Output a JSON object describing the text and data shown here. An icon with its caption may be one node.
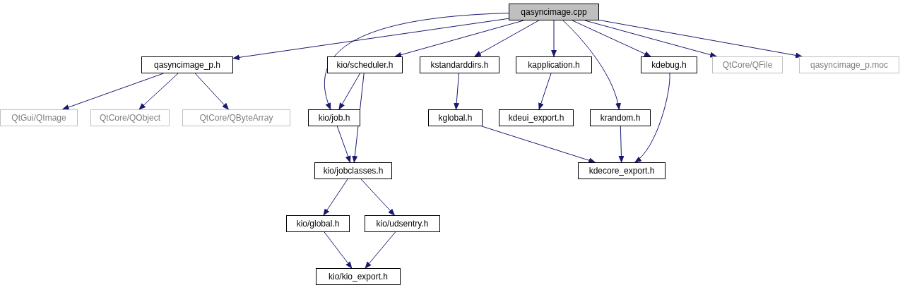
{
  "diagram": {
    "nodes": [
      {
        "text": [
          "qasyncimage.cpp"
        ]
      },
      {
        "text": [
          "qasyncimage_p.h"
        ]
      },
      {
        "text": [
          "kio/scheduler.h"
        ]
      },
      {
        "text": [
          "kstandarddirs.h"
        ]
      },
      {
        "text": [
          "kapplication.h"
        ]
      },
      {
        "text": [
          "kdebug.h"
        ]
      },
      {
        "text": [
          "QtCore/QFile"
        ]
      },
      {
        "text": [
          "qasyncimage_p.moc"
        ]
      },
      {
        "text": [
          "QtGui/QImage"
        ]
      },
      {
        "text": [
          "QtCore/QObject"
        ]
      },
      {
        "text": [
          "QtCore/QByteArray"
        ]
      },
      {
        "text": [
          "kio/job.h"
        ]
      },
      {
        "text": [
          "kglobal.h"
        ]
      },
      {
        "text": [
          "kdeui_export.h"
        ]
      },
      {
        "text": [
          "krandom.h"
        ]
      },
      {
        "text": [
          "kio/jobclasses.h"
        ]
      },
      {
        "text": [
          "kdecore_export.h"
        ]
      },
      {
        "text": [
          "kio/global.h"
        ]
      },
      {
        "text": [
          "kio/udsentry.h"
        ]
      },
      {
        "text": [
          "kio/kio_export.h"
        ]
      }
    ],
    "edges": [
      {
        "from": 0,
        "to": 1,
        "arrow": "to"
      },
      {
        "from": 0,
        "to": 11,
        "arrow": "to"
      },
      {
        "from": 0,
        "to": 2,
        "arrow": "to"
      },
      {
        "from": 0,
        "to": 3,
        "arrow": "to"
      },
      {
        "from": 0,
        "to": 4,
        "arrow": "to"
      },
      {
        "from": 0,
        "to": 14,
        "arrow": "to"
      },
      {
        "from": 0,
        "to": 5,
        "arrow": "to"
      },
      {
        "from": 0,
        "to": 6,
        "arrow": "to"
      },
      {
        "from": 0,
        "to": 7,
        "arrow": "to"
      },
      {
        "from": 1,
        "to": 8,
        "arrow": "to"
      },
      {
        "from": 1,
        "to": 9,
        "arrow": "to"
      },
      {
        "from": 1,
        "to": 10,
        "arrow": "to"
      },
      {
        "from": 2,
        "to": 11,
        "arrow": "to"
      },
      {
        "from": 2,
        "to": 15,
        "arrow": "to"
      },
      {
        "from": 3,
        "to": 12,
        "arrow": "to"
      },
      {
        "from": 4,
        "to": 13,
        "arrow": "to"
      },
      {
        "from": 5,
        "to": 16,
        "arrow": "to"
      },
      {
        "from": 11,
        "to": 15,
        "arrow": "to"
      },
      {
        "from": 12,
        "to": 16,
        "arrow": "to"
      },
      {
        "from": 14,
        "to": 16,
        "arrow": "to"
      },
      {
        "from": 15,
        "to": 17,
        "arrow": "to"
      },
      {
        "from": 15,
        "to": 18,
        "arrow": "to"
      },
      {
        "from": 17,
        "to": 19,
        "arrow": "to"
      },
      {
        "from": 18,
        "to": 19,
        "arrow": "to"
      }
    ]
  }
}
